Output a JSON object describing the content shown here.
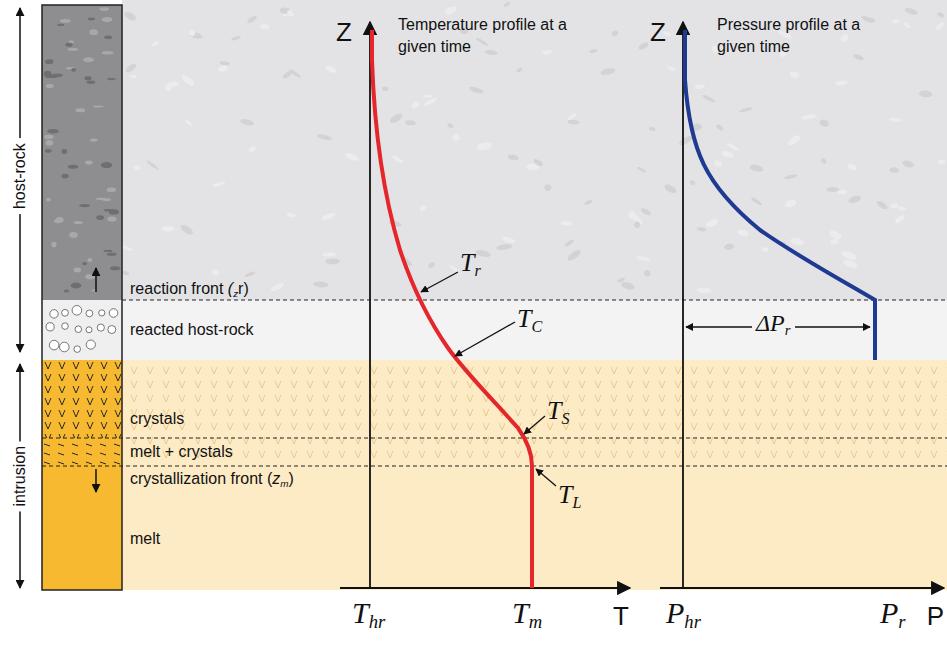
{
  "diagram": {
    "labels": [
      "host-rock",
      "intrusion",
      "reaction front (zr)",
      "reacted host-rock",
      "crystals",
      "melt + crystals",
      "crystallization front (zm)",
      "melt",
      "Z",
      "Temperature profile at a given time",
      "Tr",
      "TC",
      "TS",
      "TL",
      "Thr",
      "Tm",
      "T",
      "Z",
      "Pressure profile at a given time",
      "ΔPr",
      "Phr",
      "Pr",
      "P"
    ]
  }
}
